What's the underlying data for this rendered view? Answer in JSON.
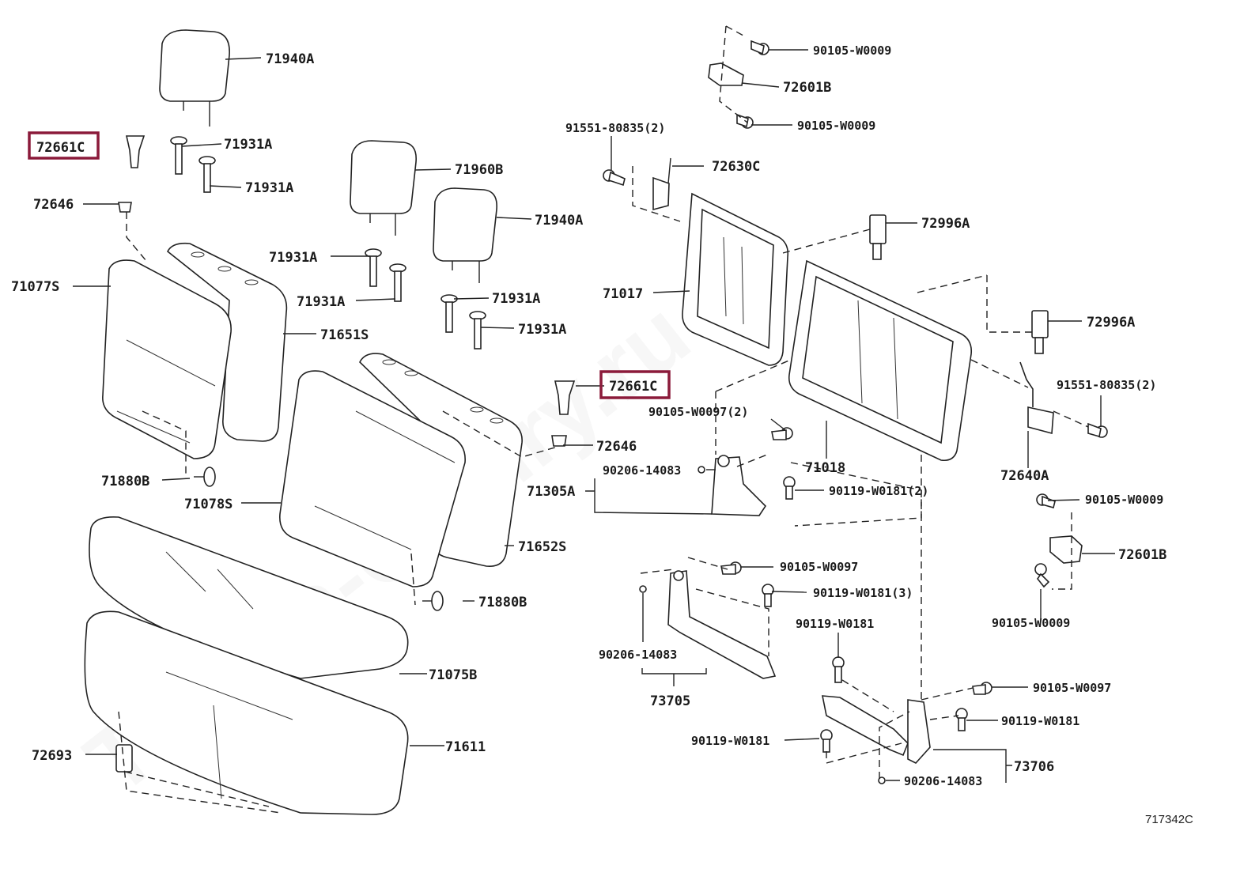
{
  "watermark": "Toyota-Camry.ru",
  "diagram_number": "717342C",
  "highlight_color": "#8b1a3a",
  "labels": {
    "l71940A_top": "71940A",
    "l72661C_left": "72661C",
    "l71931A_a": "71931A",
    "l71931A_b": "71931A",
    "l72646_left": "72646",
    "l71960B": "71960B",
    "l71940A_mid": "71940A",
    "l71931A_c": "71931A",
    "l71931A_d": "71931A",
    "l71931A_e": "71931A",
    "l71931A_f": "71931A",
    "l71077S": "71077S",
    "l71651S": "71651S",
    "l71880B_a": "71880B",
    "l71078S": "71078S",
    "l72661C_mid": "72661C",
    "l72646_mid": "72646",
    "l71305A": "71305A",
    "l71652S": "71652S",
    "l71880B_b": "71880B",
    "l71075B": "71075B",
    "l71611": "71611",
    "l72693": "72693",
    "l90105W0009_a": "90105-W0009",
    "l72601B_top": "72601B",
    "l90105W0009_b": "90105-W0009",
    "l9155180835_a": "91551-80835(2)",
    "l72630C": "72630C",
    "l72996A_a": "72996A",
    "l71017": "71017",
    "l72996A_b": "72996A",
    "l9155180835_b": "91551-80835(2)",
    "l90105W0097_2": "90105-W0097(2)",
    "l71018": "71018",
    "l90206_14083_a": "90206-14083",
    "l90119W0181_2": "90119-W0181(2)",
    "l72640A": "72640A",
    "l90105W0009_c": "90105-W0009",
    "l72601B_right": "72601B",
    "l90105W0009_d": "90105-W0009",
    "l90105W0097_a": "90105-W0097",
    "l90119W0181_3": "90119-W0181(3)",
    "l90206_14083_b": "90206-14083",
    "l73705": "73705",
    "l90119W0181_a": "90119-W0181",
    "l90105W0097_b": "90105-W0097",
    "l90119W0181_b": "90119-W0181",
    "l90119W0181_c": "90119-W0181",
    "l73706": "73706",
    "l90206_14083_c": "90206-14083"
  }
}
